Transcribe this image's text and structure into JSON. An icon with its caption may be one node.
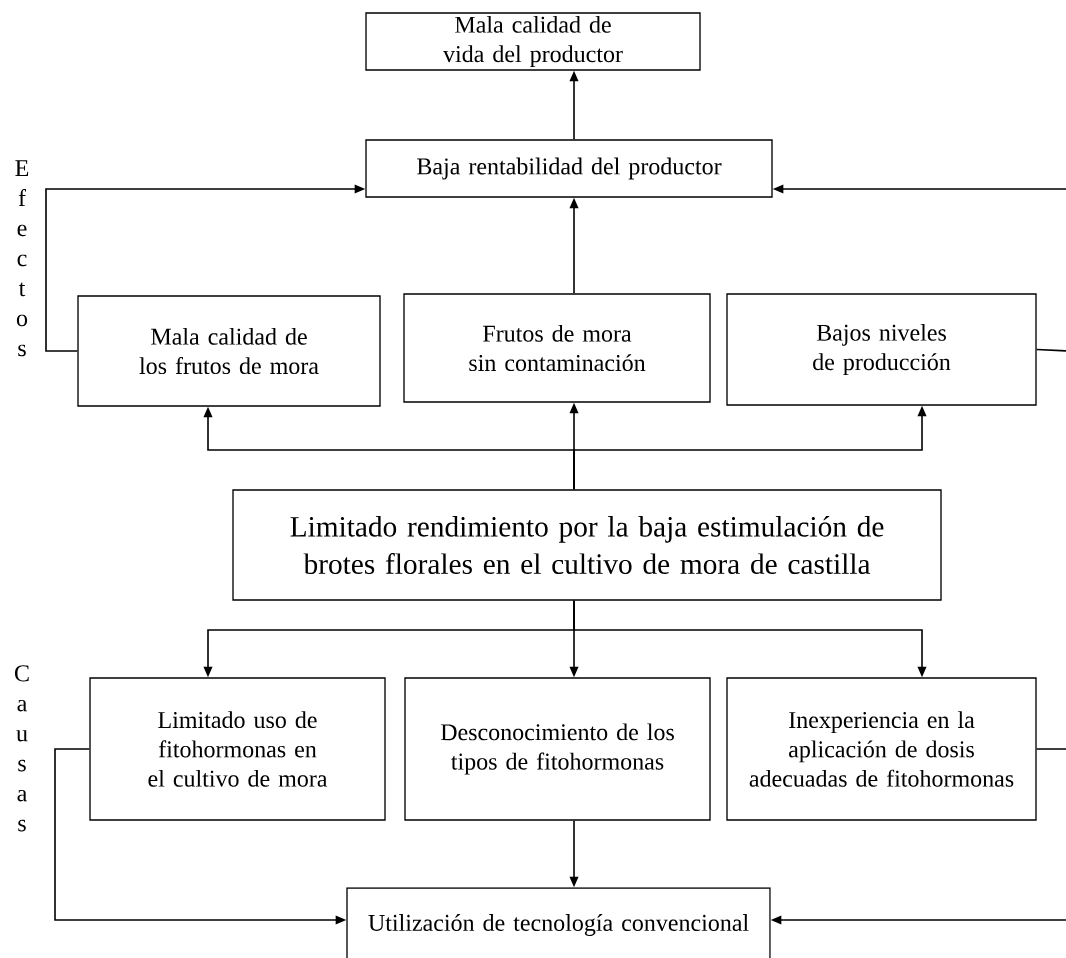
{
  "diagram": {
    "nodes": [
      {
        "text": [
          "Mala calidad de vida del productor"
        ]
      },
      {
        "text": [
          "Baja rentabilidad del productor"
        ]
      },
      {
        "text": [
          "Mala calidad de los frutos de mora"
        ]
      },
      {
        "text": [
          "Frutos de mora sin contaminación"
        ]
      },
      {
        "text": [
          "Bajos niveles de producción"
        ]
      },
      {
        "text": [
          "Limitado rendimiento por la baja estimulación de brotes florales en el cultivo de mora de castilla"
        ]
      },
      {
        "text": [
          "Limitado uso de fitohormonas en el cultivo de mora"
        ]
      },
      {
        "text": [
          "Desconocimiento  de los tipos de fitohormonas"
        ]
      },
      {
        "text": [
          "Inexperiencia en la aplicación de dosis adecuadas de fitohormonas"
        ]
      },
      {
        "text": [
          "Utilización de tecnología convencional"
        ]
      }
    ],
    "edges": [
      {
        "from": 1,
        "to": 0,
        "arrow": "to"
      },
      {
        "from": 3,
        "to": 1,
        "arrow": "to"
      },
      {
        "from": 2,
        "to": 1,
        "arrow": "to"
      },
      {
        "from": 4,
        "to": 1,
        "arrow": "to"
      },
      {
        "from": 5,
        "to": 2,
        "arrow": "to"
      },
      {
        "from": 5,
        "to": 3,
        "arrow": "to"
      },
      {
        "from": 5,
        "to": 4,
        "arrow": "to"
      },
      {
        "from": 5,
        "to": 6,
        "arrow": "to"
      },
      {
        "from": 5,
        "to": 7,
        "arrow": "to"
      },
      {
        "from": 5,
        "to": 8,
        "arrow": "to"
      },
      {
        "from": 6,
        "to": 9,
        "arrow": "to"
      },
      {
        "from": 7,
        "to": 9,
        "arrow": "to"
      },
      {
        "from": 8,
        "to": 9,
        "arrow": "to"
      }
    ],
    "labels": [
      "Efectos",
      "Causas"
    ]
  }
}
